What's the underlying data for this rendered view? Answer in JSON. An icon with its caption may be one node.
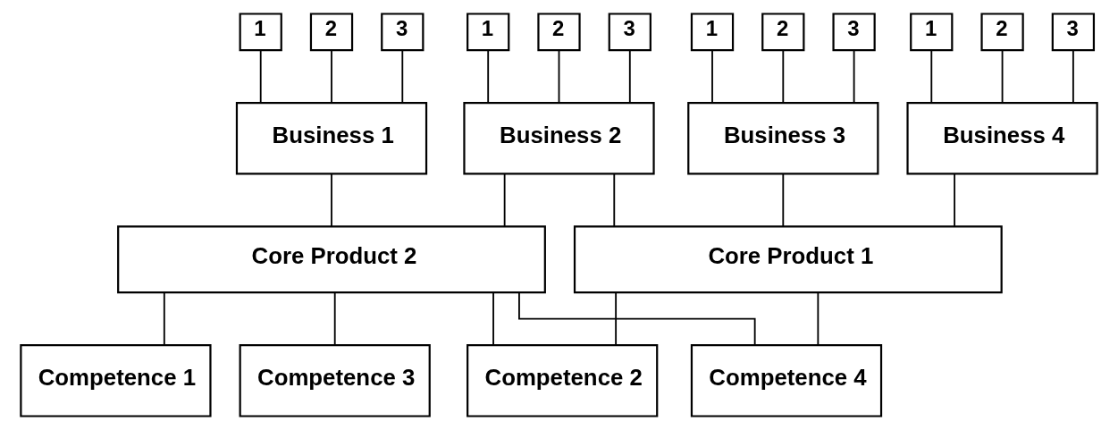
{
  "diagram": {
    "nodes": [
      {
        "text": [
          "1"
        ]
      },
      {
        "text": [
          "2"
        ]
      },
      {
        "text": [
          "3"
        ]
      },
      {
        "text": [
          "1"
        ]
      },
      {
        "text": [
          "2"
        ]
      },
      {
        "text": [
          "3"
        ]
      },
      {
        "text": [
          "1"
        ]
      },
      {
        "text": [
          "2"
        ]
      },
      {
        "text": [
          "3"
        ]
      },
      {
        "text": [
          "1"
        ]
      },
      {
        "text": [
          "2"
        ]
      },
      {
        "text": [
          "3"
        ]
      },
      {
        "text": [
          "Business 1"
        ]
      },
      {
        "text": [
          "Business 2"
        ]
      },
      {
        "text": [
          "Business 3"
        ]
      },
      {
        "text": [
          "Business 4"
        ]
      },
      {
        "text": [
          "Core Product 1"
        ]
      },
      {
        "text": [
          "Core Product 2"
        ]
      },
      {
        "text": [
          "Competence 1"
        ]
      },
      {
        "text": [
          "Competence 2"
        ]
      },
      {
        "text": [
          "Competence 3"
        ]
      },
      {
        "text": [
          "Competence 4"
        ]
      }
    ],
    "edges": [
      {
        "from": 0,
        "to": 12,
        "arrow": "none"
      },
      {
        "from": 1,
        "to": 12,
        "arrow": "none"
      },
      {
        "from": 2,
        "to": 12,
        "arrow": "none"
      },
      {
        "from": 3,
        "to": 13,
        "arrow": "none"
      },
      {
        "from": 4,
        "to": 13,
        "arrow": "none"
      },
      {
        "from": 5,
        "to": 13,
        "arrow": "none"
      },
      {
        "from": 6,
        "to": 14,
        "arrow": "none"
      },
      {
        "from": 7,
        "to": 14,
        "arrow": "none"
      },
      {
        "from": 8,
        "to": 14,
        "arrow": "none"
      },
      {
        "from": 9,
        "to": 15,
        "arrow": "none"
      },
      {
        "from": 10,
        "to": 15,
        "arrow": "none"
      },
      {
        "from": 11,
        "to": 15,
        "arrow": "none"
      },
      {
        "from": 12,
        "to": 17,
        "arrow": "none"
      },
      {
        "from": 13,
        "to": 17,
        "arrow": "none"
      },
      {
        "from": 13,
        "to": 16,
        "arrow": "none"
      },
      {
        "from": 14,
        "to": 16,
        "arrow": "none"
      },
      {
        "from": 15,
        "to": 16,
        "arrow": "none"
      },
      {
        "from": 16,
        "to": 19,
        "arrow": "none"
      },
      {
        "from": 16,
        "to": 21,
        "arrow": "none"
      },
      {
        "from": 17,
        "to": 21,
        "arrow": "none"
      },
      {
        "from": 17,
        "to": 18,
        "arrow": "none"
      },
      {
        "from": 17,
        "to": 19,
        "arrow": "none"
      },
      {
        "from": 17,
        "to": 20,
        "arrow": "none"
      }
    ]
  }
}
